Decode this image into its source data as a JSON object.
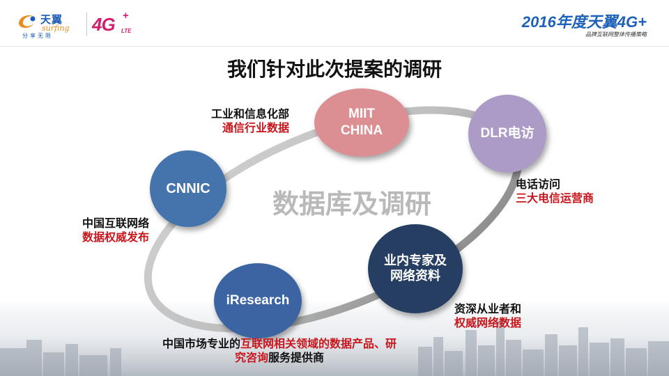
{
  "header": {
    "logo_name": "天翼",
    "logo_surfing": "surfing",
    "logo_slogan": "分享无限",
    "brand_4g": "4G",
    "brand_plus": "+",
    "brand_lte": "LTE",
    "title": "2016年度天翼4G+",
    "subtitle": "品牌互联网整体传播策略"
  },
  "page_title": "我们针对此次提案的调研",
  "center_label": "数据库及调研",
  "nodes": {
    "miit": {
      "label": "MIIT\nCHINA",
      "color": "#dc8f92"
    },
    "dlr": {
      "label": "DLR电访",
      "color": "#ac9bc6"
    },
    "cnnic": {
      "label": "CNNIC",
      "color": "#4574ad"
    },
    "iresearch": {
      "label": "iResearch",
      "color": "#3c64a3"
    },
    "expert": {
      "label": "业内专家及\n网络资料",
      "color": "#253e62"
    }
  },
  "annotations": {
    "miit": {
      "line1": "工业和信息化部",
      "line2": "通信行业数据"
    },
    "dlr": {
      "line1": "电话访问",
      "line2": "三大电信运营商"
    },
    "cnnic": {
      "line1": "中国互联网络",
      "line2": "数据权威发布"
    },
    "expert": {
      "line1": "资深从业者和",
      "line2": "权威网络数据"
    },
    "iresearch": {
      "line1_black": "中国市场专业的",
      "line1_red": "互联网相关领域的数据产品、研",
      "line2_red": "究咨询",
      "line2_black": "服务提供商"
    }
  },
  "colors": {
    "accent_blue": "#1d62b8",
    "accent_magenta": "#d01f6c",
    "highlight_red": "#c8161d",
    "ring_gray": "#a9a9a9"
  }
}
